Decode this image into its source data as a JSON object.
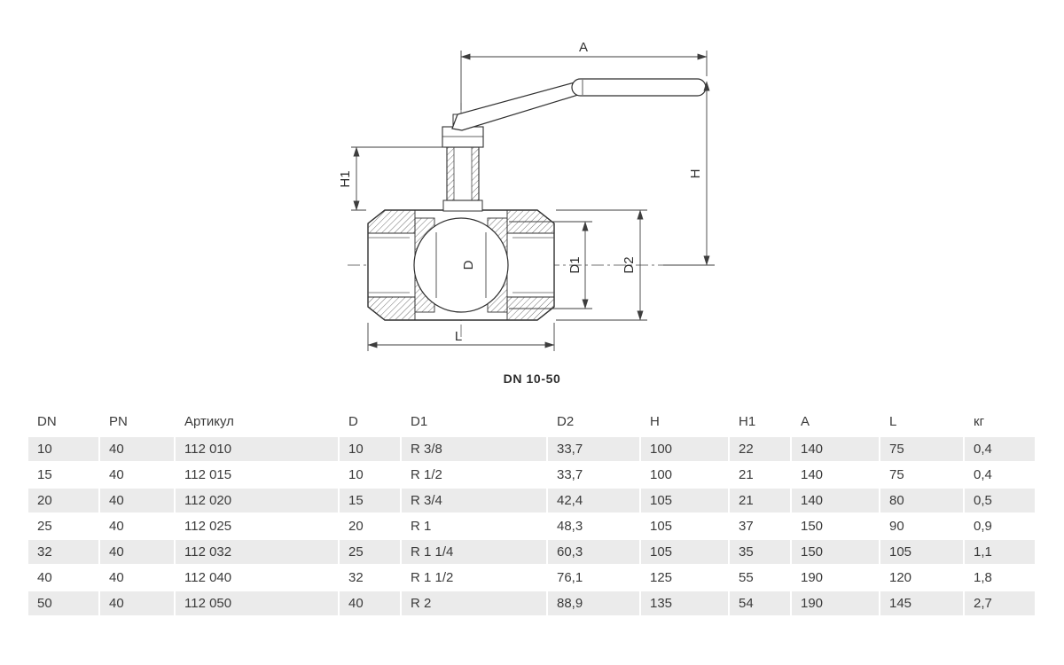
{
  "drawing": {
    "caption": "DN 10-50",
    "labels": {
      "A": "A",
      "H": "H",
      "H1": "H1",
      "D": "D",
      "D1": "D1",
      "D2": "D2",
      "L": "L"
    }
  },
  "table": {
    "columns": [
      "DN",
      "PN",
      "Артикул",
      "D",
      "D1",
      "D2",
      "H",
      "H1",
      "A",
      "L",
      "кг"
    ],
    "rows": [
      [
        "10",
        "40",
        "112 010",
        "10",
        "R 3/8",
        "33,7",
        "100",
        "22",
        "140",
        "75",
        "0,4"
      ],
      [
        "15",
        "40",
        "112 015",
        "10",
        "R 1/2",
        "33,7",
        "100",
        "21",
        "140",
        "75",
        "0,4"
      ],
      [
        "20",
        "40",
        "112 020",
        "15",
        "R 3/4",
        "42,4",
        "105",
        "21",
        "140",
        "80",
        "0,5"
      ],
      [
        "25",
        "40",
        "112 025",
        "20",
        "R 1",
        "48,3",
        "105",
        "37",
        "150",
        "90",
        "0,9"
      ],
      [
        "32",
        "40",
        "112 032",
        "25",
        "R 1 1/4",
        "60,3",
        "105",
        "35",
        "150",
        "105",
        "1,1"
      ],
      [
        "40",
        "40",
        "112 040",
        "32",
        "R 1 1/2",
        "76,1",
        "125",
        "55",
        "190",
        "120",
        "1,8"
      ],
      [
        "50",
        "40",
        "112 050",
        "40",
        "R 2",
        "88,9",
        "135",
        "54",
        "190",
        "145",
        "2,7"
      ]
    ]
  }
}
